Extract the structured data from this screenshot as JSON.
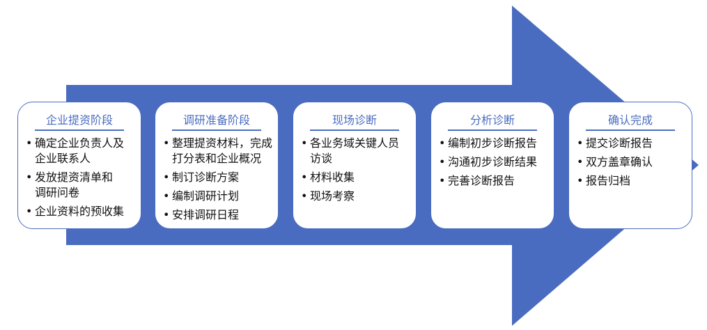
{
  "colors": {
    "arrow": "#4a6cc0",
    "title": "#4a6cc0"
  },
  "stages": [
    {
      "title": "企业提资阶段",
      "items": [
        "确定企业负责人及\n企业联系人",
        "发放提资清单和\n调研问卷",
        "企业资料的预收集"
      ]
    },
    {
      "title": "调研准备阶段",
      "items": [
        "整理提资材料，完成\n打分表和企业概况",
        "制订诊断方案",
        "编制调研计划",
        "安排调研日程"
      ]
    },
    {
      "title": "现场诊断",
      "items": [
        "各业务域关键人员\n访谈",
        "材料收集",
        "现场考察"
      ]
    },
    {
      "title": "分析诊断",
      "items": [
        "编制初步诊断报告",
        "沟通初步诊断结果",
        "完善诊断报告"
      ]
    },
    {
      "title": "确认完成",
      "items": [
        "提交诊断报告",
        "双方盖章确认",
        "报告归档"
      ]
    }
  ]
}
